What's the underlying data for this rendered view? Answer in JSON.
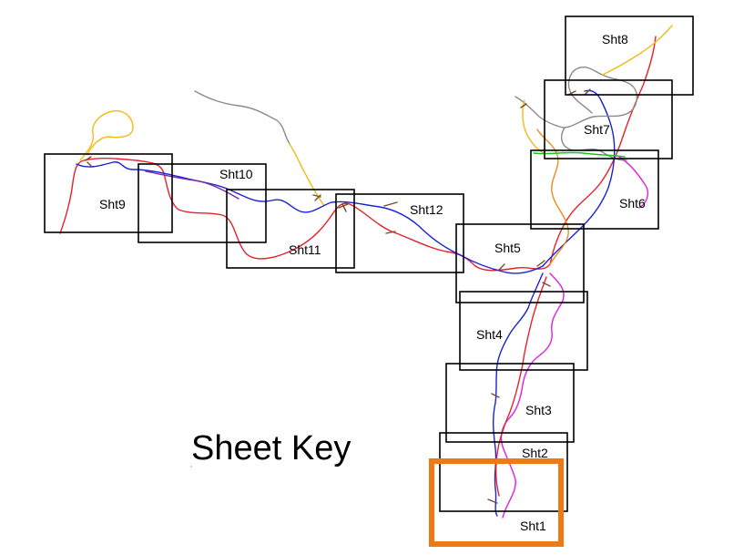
{
  "title": "Sheet Key",
  "highlight_color": "#f07a12",
  "sheets": [
    {
      "id": "sht1",
      "label": "Sht1",
      "highlight": true
    },
    {
      "id": "sht2",
      "label": "Sht2"
    },
    {
      "id": "sht3",
      "label": "Sht3"
    },
    {
      "id": "sht4",
      "label": "Sht4"
    },
    {
      "id": "sht5",
      "label": "Sht5"
    },
    {
      "id": "sht6",
      "label": "Sht6"
    },
    {
      "id": "sht7",
      "label": "Sht7"
    },
    {
      "id": "sht8",
      "label": "Sht8"
    },
    {
      "id": "sht9",
      "label": "Sht9"
    },
    {
      "id": "sht10",
      "label": "Sht10"
    },
    {
      "id": "sht11",
      "label": "Sht11"
    },
    {
      "id": "sht12",
      "label": "Sht12"
    }
  ],
  "route_colors": {
    "red": "#e8202a",
    "blue": "#1a22d8",
    "magenta": "#e020e0",
    "orange": "#f08a20",
    "yellow": "#f2bb18",
    "gray": "#8a8a8a",
    "green": "#18c818",
    "purple": "#7a2aa0",
    "brown": "#7a4a2a"
  }
}
